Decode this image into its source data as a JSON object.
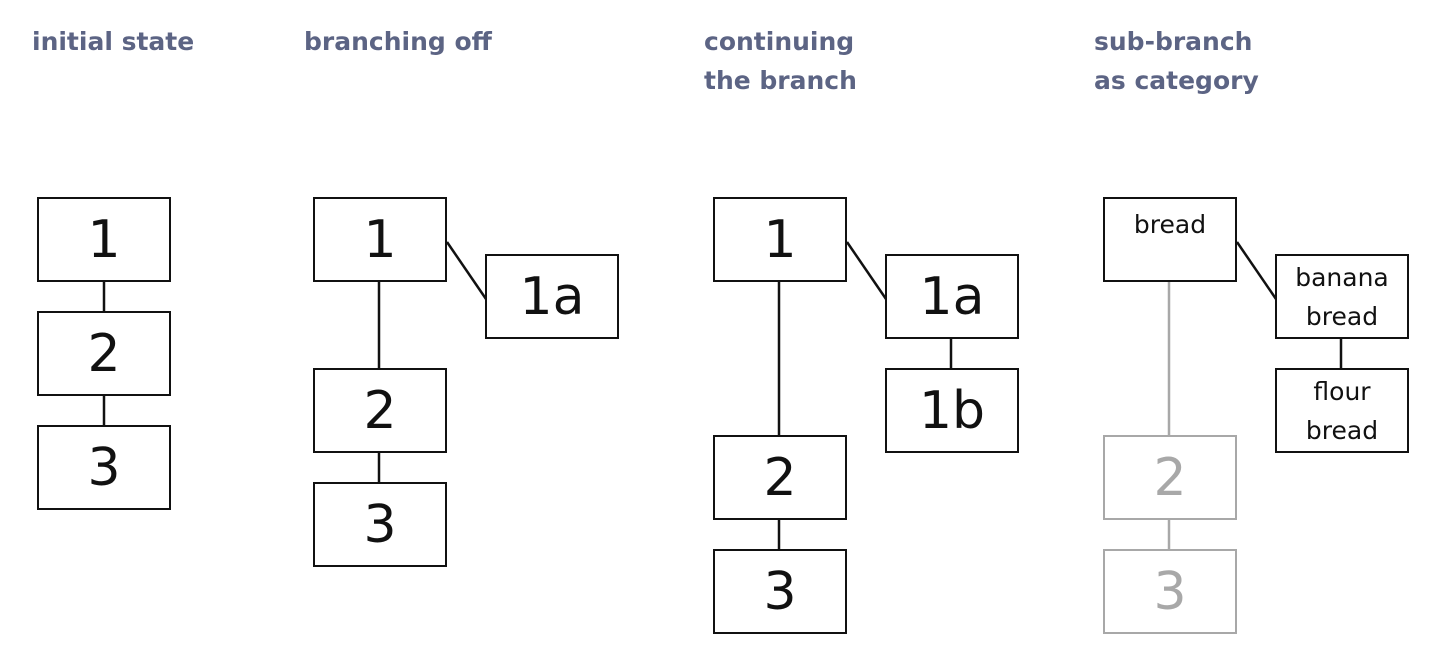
{
  "panels": [
    {
      "title_lines": [
        "initial state"
      ],
      "boxes": [
        "1",
        "2",
        "3"
      ]
    },
    {
      "title_lines": [
        "branching off"
      ],
      "boxes": [
        "1",
        "1a",
        "2",
        "3"
      ]
    },
    {
      "title_lines": [
        "continuing",
        "the branch"
      ],
      "boxes": [
        "1",
        "1a",
        "1b",
        "2",
        "3"
      ]
    },
    {
      "title_lines": [
        "sub-branch",
        "as category"
      ],
      "boxes": [
        {
          "lines": [
            "bread"
          ]
        },
        {
          "lines": [
            "banana",
            "bread"
          ]
        },
        {
          "lines": [
            "flour",
            "bread"
          ]
        },
        {
          "lines": [
            "2"
          ]
        },
        {
          "lines": [
            "3"
          ]
        }
      ]
    }
  ],
  "colors": {
    "title": "#5c6484",
    "line": "#111111",
    "muted": "#a8a8a8"
  }
}
